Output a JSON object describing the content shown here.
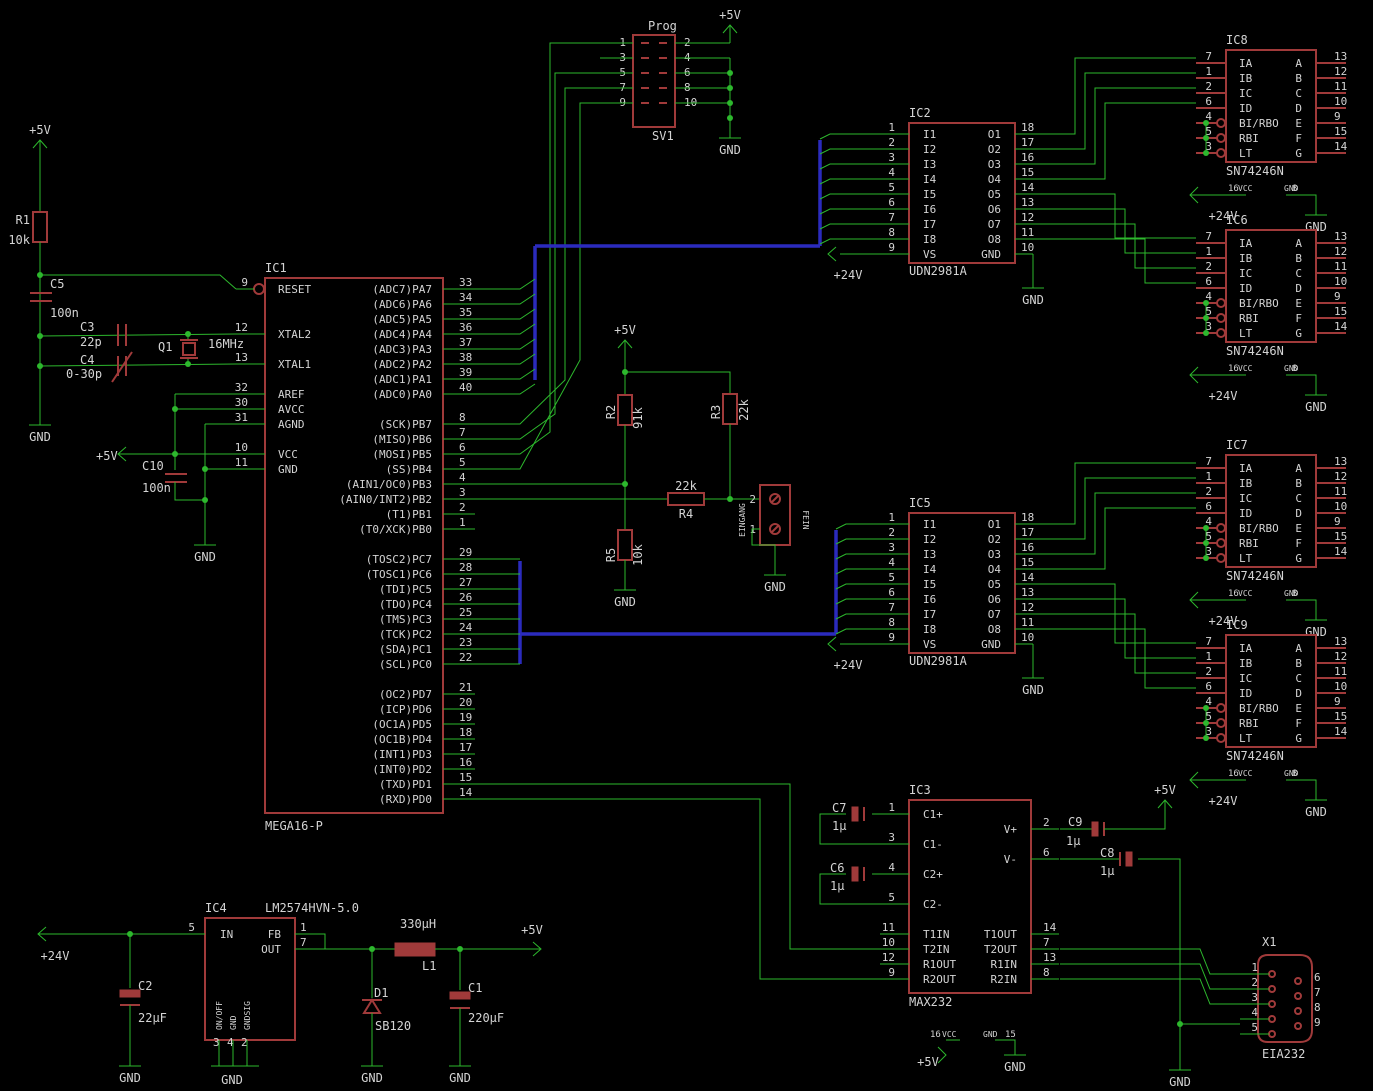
{
  "title": "",
  "ic1": {
    "name": "IC1",
    "value": "MEGA16-P",
    "left": [
      [
        "9",
        "RESET"
      ],
      [
        "12",
        "XTAL2"
      ],
      [
        "13",
        "XTAL1"
      ],
      [
        "32",
        "AREF"
      ],
      [
        "30",
        "AVCC"
      ],
      [
        "31",
        "AGND"
      ],
      [
        "10",
        "VCC"
      ],
      [
        "11",
        "GND"
      ]
    ],
    "right": [
      [
        "33",
        "(ADC7)PA7"
      ],
      [
        "34",
        "(ADC6)PA6"
      ],
      [
        "35",
        "(ADC5)PA5"
      ],
      [
        "36",
        "(ADC4)PA4"
      ],
      [
        "37",
        "(ADC3)PA3"
      ],
      [
        "38",
        "(ADC2)PA2"
      ],
      [
        "39",
        "(ADC1)PA1"
      ],
      [
        "40",
        "(ADC0)PA0"
      ],
      [
        "8",
        "(SCK)PB7"
      ],
      [
        "7",
        "(MISO)PB6"
      ],
      [
        "6",
        "(MOSI)PB5"
      ],
      [
        "5",
        "(SS)PB4"
      ],
      [
        "4",
        "(AIN1/OC0)PB3"
      ],
      [
        "3",
        "(AIN0/INT2)PB2"
      ],
      [
        "2",
        "(T1)PB1"
      ],
      [
        "1",
        "(T0/XCK)PB0"
      ],
      [
        "29",
        "(TOSC2)PC7"
      ],
      [
        "28",
        "(TOSC1)PC6"
      ],
      [
        "27",
        "(TDI)PC5"
      ],
      [
        "26",
        "(TDO)PC4"
      ],
      [
        "25",
        "(TMS)PC3"
      ],
      [
        "24",
        "(TCK)PC2"
      ],
      [
        "23",
        "(SDA)PC1"
      ],
      [
        "22",
        "(SCL)PC0"
      ],
      [
        "21",
        "(OC2)PD7"
      ],
      [
        "20",
        "(ICP)PD6"
      ],
      [
        "19",
        "(OC1A)PD5"
      ],
      [
        "18",
        "(OC1B)PD4"
      ],
      [
        "17",
        "(INT1)PD3"
      ],
      [
        "16",
        "(INT0)PD2"
      ],
      [
        "15",
        "(TXD)PD1"
      ],
      [
        "14",
        "(RXD)PD0"
      ]
    ]
  },
  "udn": {
    "value": "UDN2981A",
    "lpins": [
      [
        "1",
        "I1"
      ],
      [
        "2",
        "I2"
      ],
      [
        "3",
        "I3"
      ],
      [
        "4",
        "I4"
      ],
      [
        "5",
        "I5"
      ],
      [
        "6",
        "I6"
      ],
      [
        "7",
        "I7"
      ],
      [
        "8",
        "I8"
      ],
      [
        "9",
        "VS"
      ]
    ],
    "rpins": [
      [
        "18",
        "O1"
      ],
      [
        "17",
        "O2"
      ],
      [
        "16",
        "O3"
      ],
      [
        "15",
        "O4"
      ],
      [
        "14",
        "O5"
      ],
      [
        "13",
        "O6"
      ],
      [
        "12",
        "O7"
      ],
      [
        "11",
        "O8"
      ],
      [
        "10",
        "GND"
      ]
    ]
  },
  "ic2_name": "IC2",
  "ic5_name": "IC5",
  "seg": {
    "value": "SN74246N",
    "lpins": [
      [
        "7",
        "IA"
      ],
      [
        "1",
        "IB"
      ],
      [
        "2",
        "IC"
      ],
      [
        "6",
        "ID"
      ],
      [
        "4",
        "BI/RBO"
      ],
      [
        "5",
        "RBI"
      ],
      [
        "3",
        "LT"
      ]
    ],
    "rpins": [
      [
        "13",
        "A"
      ],
      [
        "12",
        "B"
      ],
      [
        "11",
        "C"
      ],
      [
        "10",
        "D"
      ],
      [
        "9",
        "E"
      ],
      [
        "15",
        "F"
      ],
      [
        "14",
        "G"
      ]
    ],
    "vcc_label": "VCC",
    "vcc_pin": "16",
    "gnd_label": "GND",
    "gnd_pin": "8",
    "names": [
      "IC8",
      "IC6",
      "IC7",
      "IC9"
    ]
  },
  "prog": {
    "name": "Prog",
    "ref": "SV1",
    "pins": [
      [
        "1",
        "2"
      ],
      [
        "3",
        "4"
      ],
      [
        "5",
        "6"
      ],
      [
        "7",
        "8"
      ],
      [
        "9",
        "10"
      ]
    ]
  },
  "max232": {
    "name": "IC3",
    "value": "MAX232",
    "left": [
      [
        "1",
        "C1+"
      ],
      [
        "3",
        "C1-"
      ],
      [
        "4",
        "C2+"
      ],
      [
        "5",
        "C2-"
      ],
      [
        "11",
        "T1IN"
      ],
      [
        "10",
        "T2IN"
      ],
      [
        "12",
        "R1OUT"
      ],
      [
        "9",
        "R2OUT"
      ]
    ],
    "right": [
      [
        "2",
        "V+"
      ],
      [
        "6",
        "V-"
      ],
      [
        "14",
        "T1OUT"
      ],
      [
        "7",
        "T2OUT"
      ],
      [
        "13",
        "R1IN"
      ],
      [
        "8",
        "R2IN"
      ]
    ],
    "vcc_pin": "16",
    "vcc_label": "VCC",
    "gnd_label": "GND",
    "gnd_pin": "15"
  },
  "lm": {
    "name": "IC4",
    "value": "LM2574HVN-5.0",
    "in_pin": "5",
    "in_label": "IN",
    "out": [
      [
        "1",
        "FB"
      ],
      [
        "7",
        "OUT"
      ]
    ],
    "bottom": [
      [
        "3",
        "ON/OFF"
      ],
      [
        "4",
        "GND"
      ],
      [
        "2",
        "GNDSIG"
      ]
    ]
  },
  "x1": {
    "name": "X1",
    "value": "EIA232",
    "left": [
      "1",
      "2",
      "3",
      "4",
      "5"
    ],
    "right": [
      "6",
      "7",
      "8",
      "9"
    ]
  },
  "conn": {
    "pin2": "2",
    "pin1": "1",
    "label_left": "EINGANG",
    "label_right": "FEIN"
  },
  "parts": {
    "r1": [
      "R1",
      "10k"
    ],
    "r2": [
      "R2",
      "91k"
    ],
    "r3": [
      "R3",
      "22k"
    ],
    "r4": [
      "22k",
      "R4"
    ],
    "r5": [
      "R5",
      "10k"
    ],
    "c1": [
      "C1",
      "220µF"
    ],
    "c2": [
      "C2",
      "22µF"
    ],
    "c3": [
      "C3",
      "22p"
    ],
    "c4": [
      "C4",
      "0-30p"
    ],
    "c5": [
      "C5",
      "100n"
    ],
    "c6": [
      "C6",
      "1µ"
    ],
    "c7": [
      "C7",
      "1µ"
    ],
    "c8": [
      "C8",
      "1µ"
    ],
    "c9": [
      "C9",
      "1µ"
    ],
    "c10": [
      "C10",
      "100n"
    ],
    "q1": [
      "Q1",
      "16MHz"
    ],
    "l1": [
      "330µH",
      "L1"
    ],
    "d1": [
      "D1",
      "SB120"
    ]
  },
  "supply": {
    "p5": "+5V",
    "p24": "+24V",
    "gnd": "GND"
  }
}
